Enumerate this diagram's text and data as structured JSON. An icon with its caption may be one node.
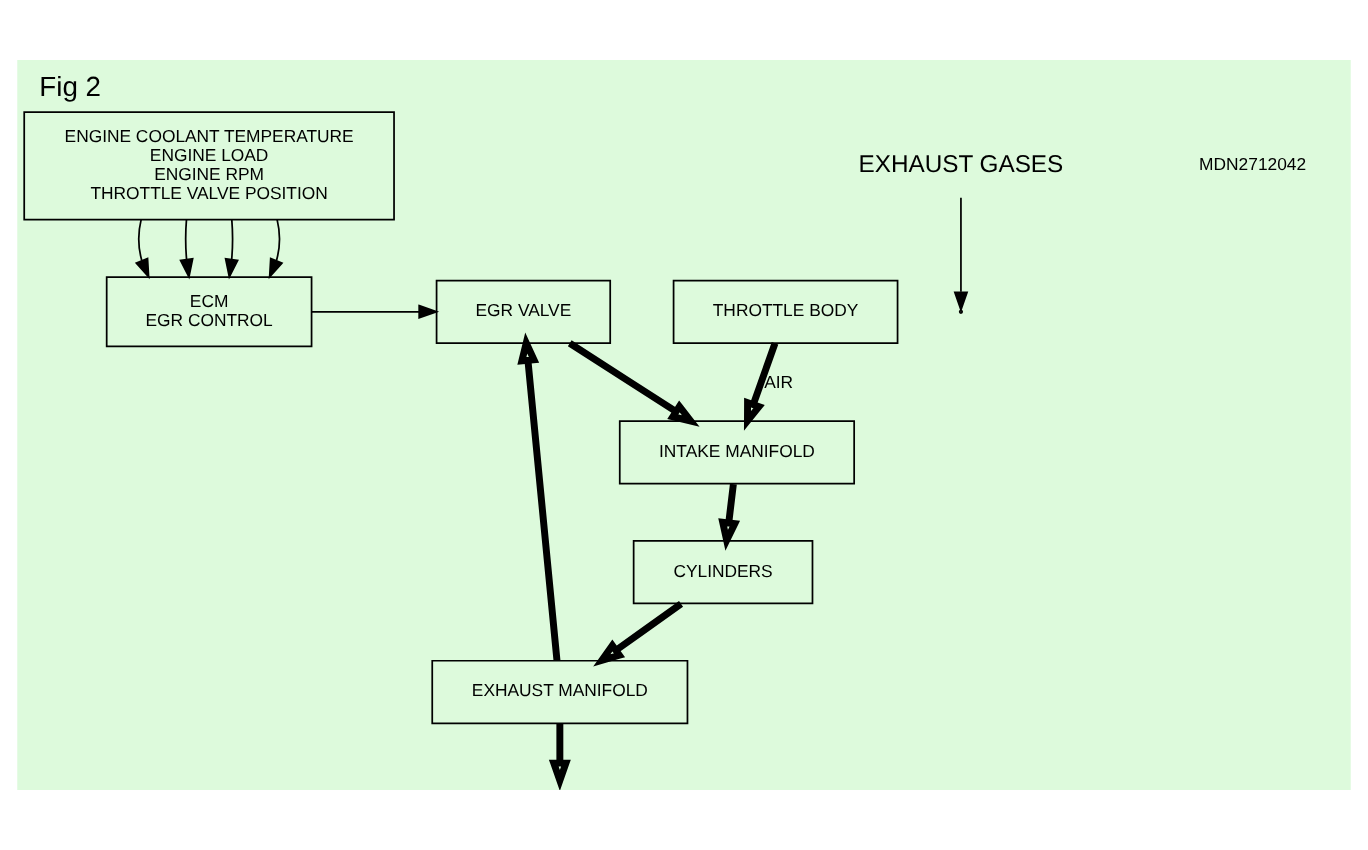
{
  "diagram": {
    "title": "Fig 2",
    "nodes": [
      {
        "text": [
          "ENGINE COOLANT TEMPERATURE",
          "ENGINE LOAD",
          "ENGINE RPM",
          "THROTTLE VALVE POSITION"
        ]
      },
      {
        "text": [
          "ECM",
          "EGR CONTROL"
        ]
      },
      {
        "text": [
          "EGR VALVE"
        ]
      },
      {
        "text": [
          "THROTTLE BODY"
        ]
      },
      {
        "text": [
          "INTAKE MANIFOLD"
        ]
      },
      {
        "text": [
          "CYLINDERS"
        ]
      },
      {
        "text": [
          "EXHAUST MANIFOLD"
        ]
      },
      {
        "text": [
          "EXHAUST GASES"
        ]
      }
    ],
    "edges": [
      {
        "from": 0,
        "to": 1,
        "arrow": "to"
      },
      {
        "from": 0,
        "to": 1,
        "arrow": "to"
      },
      {
        "from": 0,
        "to": 1,
        "arrow": "to"
      },
      {
        "from": 0,
        "to": 1,
        "arrow": "to"
      },
      {
        "from": 1,
        "to": 2,
        "arrow": "to"
      },
      {
        "from": 3,
        "to": 4,
        "arrow": "to",
        "label": "AIR",
        "style": "thick"
      },
      {
        "from": 2,
        "to": 4,
        "arrow": "to",
        "style": "thick"
      },
      {
        "from": 4,
        "to": 5,
        "arrow": "to",
        "style": "thick"
      },
      {
        "from": 5,
        "to": 6,
        "arrow": "to",
        "style": "thick"
      },
      {
        "from": 6,
        "to": 2,
        "arrow": "to",
        "style": "thick"
      },
      {
        "from": 6,
        "to": null,
        "arrow": "to",
        "style": "thick"
      },
      {
        "from": 7,
        "to": null,
        "arrow": "to"
      }
    ],
    "labels": [
      "MDN2712042"
    ]
  }
}
